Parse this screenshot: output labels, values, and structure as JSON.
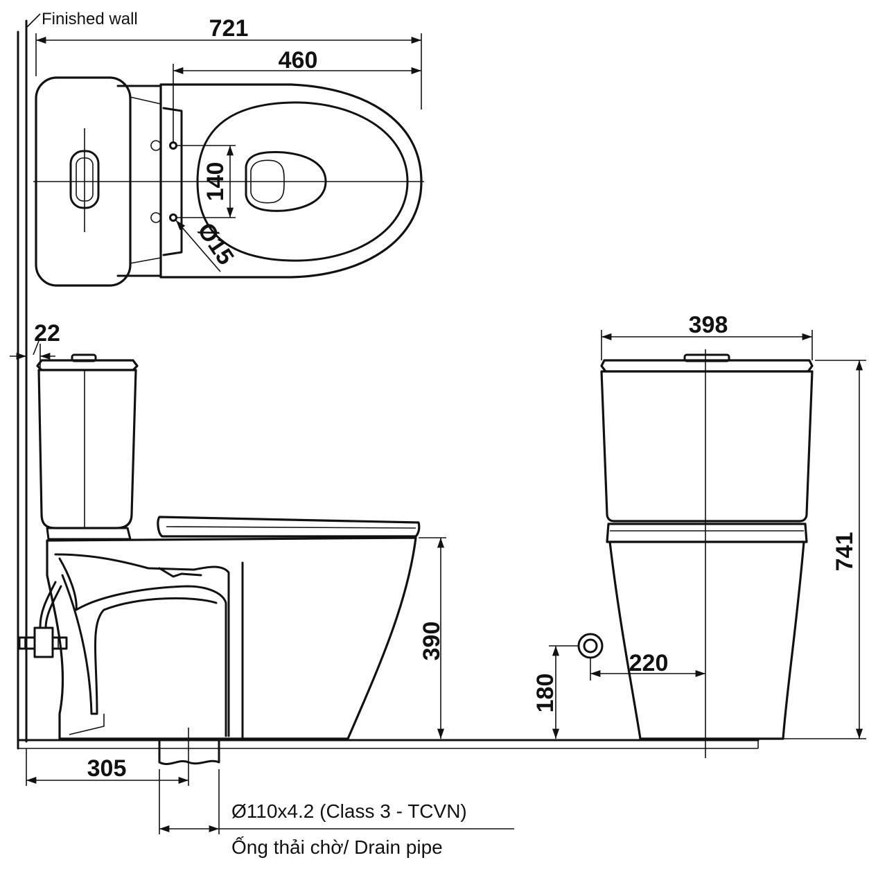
{
  "labels": {
    "finished_wall": "Finished wall",
    "drain_spec": "Ø110x4.2 (Class 3 - TCVN)",
    "drain_pipe": "Ống thải chờ/ Drain pipe"
  },
  "dimensions": {
    "overall_length": "721",
    "seat_length": "460",
    "bolt_spacing": "140",
    "bolt_hole_diameter": "Ø15",
    "wall_gap": "22",
    "overall_width": "398",
    "overall_height": "741",
    "bowl_height": "390",
    "inlet_height": "180",
    "inlet_offset": "220",
    "rough_in": "305"
  },
  "colors": {
    "line": "#111111",
    "background": "#ffffff"
  }
}
